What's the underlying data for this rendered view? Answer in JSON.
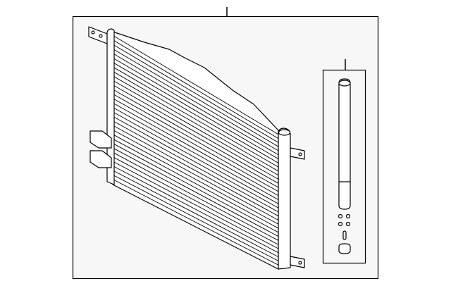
{
  "diagram": {
    "type": "exploded parts illustration",
    "colors": {
      "line": "#000000",
      "panel_background": "#f7f7f7",
      "page_background": "#ffffff",
      "part_fill": "#ffffff"
    },
    "parts": [
      {
        "name": "condenser-assembly"
      },
      {
        "name": "receiver-drier-kit"
      }
    ]
  }
}
